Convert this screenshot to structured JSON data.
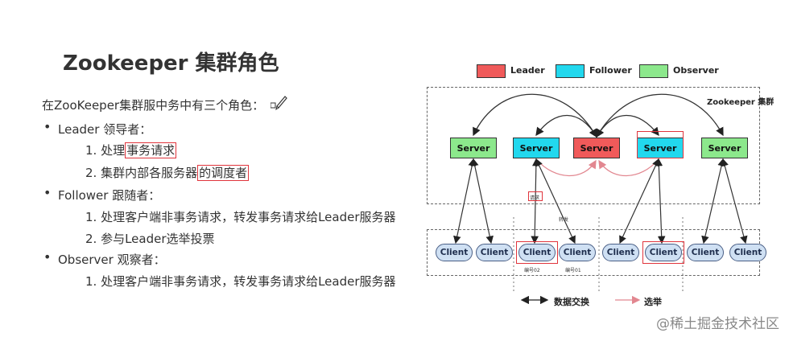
{
  "title": "Zookeeper 集群角色",
  "intro": "在ZooKeeper集群服中务中有三个角色：",
  "roles": [
    {
      "name": "Leader 领导者：",
      "duties": [
        {
          "prefix": "1. 处理",
          "highlight": "事务请求",
          "suffix": ""
        },
        {
          "prefix": "2. 集群内部各服务器",
          "highlight": "的调度者",
          "suffix": ""
        }
      ]
    },
    {
      "name": "Follower 跟随者：",
      "duties": [
        {
          "text": "1. 处理客户端非事务请求，转发事务请求给Leader服务器"
        },
        {
          "text": "2. 参与Leader选举投票"
        }
      ]
    },
    {
      "name": "Observer 观察者：",
      "duties": [
        {
          "text": "1. 处理客户端非事务请求，转发事务请求给Leader服务器"
        }
      ]
    }
  ],
  "diagram": {
    "legend": [
      {
        "label": "Leader",
        "color": "#f05a5a"
      },
      {
        "label": "Follower",
        "color": "#22d8ee"
      },
      {
        "label": "Observer",
        "color": "#8ce88c"
      }
    ],
    "cluster_label": "Zookeeper 集群",
    "servers": [
      {
        "label": "Server",
        "role": "observer"
      },
      {
        "label": "Server",
        "role": "follower"
      },
      {
        "label": "Server",
        "role": "leader"
      },
      {
        "label": "Server",
        "role": "follower"
      },
      {
        "label": "Server",
        "role": "observer"
      }
    ],
    "clients": [
      "Client",
      "Client",
      "Client",
      "Client",
      "Client",
      "Client",
      "Client",
      "Client"
    ],
    "small_notes": [
      "请求",
      "转发",
      "编号02",
      "编号01"
    ],
    "bottom_legend": {
      "data_exchange": "数据交换",
      "election": "选举"
    },
    "colors": {
      "leader": "#f05a5a",
      "follower": "#22d8ee",
      "observer": "#8ce88c",
      "client": "#cfe0f3",
      "highlight": "#e0343c"
    }
  },
  "watermark": "@稀土掘金技术社区"
}
